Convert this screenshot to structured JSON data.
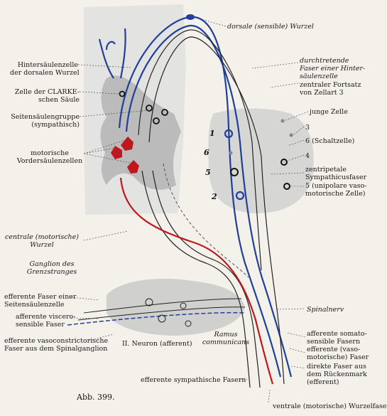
{
  "figure_label": "Abb. 399.",
  "labels": {
    "dorsal_root": "dorsale (sensible) Wurzel",
    "hinter_cell": [
      "Hintersäulenzelle",
      "der dorsalen Wurzel"
    ],
    "clarke_cell": [
      "Zelle der CLARKE-",
      "schen Säule"
    ],
    "lateral_group": [
      "Seitensäulengruppe",
      "(sympathisch)"
    ],
    "motor_cells": [
      "motorische",
      "Vordersäulenzellen"
    ],
    "through_fiber": [
      "durchtretende",
      "Faser einer Hinter-",
      "säulenzelle"
    ],
    "central_process": [
      "zentraler Fortsatz",
      "von Zellart 3"
    ],
    "young_cell": "junge Zelle",
    "n3": "3",
    "n6": "6 (Schaltzelle)",
    "n4": "4",
    "centripetal": [
      "zentripetale",
      "Sympathicusfaser"
    ],
    "n5": [
      "5 (unipolare vaso-",
      "motorische Zelle)"
    ],
    "ventral_root": [
      "centrale (motorische)",
      "Wurzel"
    ],
    "ganglion_trunk": [
      "Ganglion des",
      "Grenzstranges"
    ],
    "efferent_lateral": [
      "efferente Faser einer",
      "Seitensäulenzelle"
    ],
    "afferent_viscero": [
      "afferente viscero-",
      "sensible Faser"
    ],
    "efferent_vasoconstr": [
      "efferente vasoconstrictorische",
      "Faser aus dem Spinalganglion"
    ],
    "neuron2": "II. Neuron (afferent)",
    "ramus": [
      "Ramus",
      "communicans"
    ],
    "spinal_nerve": "Spinalnerv",
    "afferent_soma": [
      "afferente somato-",
      "sensible Fasern"
    ],
    "efferent_vaso": [
      "efferente (vaso-",
      "motorische) Faser"
    ],
    "direct_fiber": [
      "direkte Faser aus",
      "dem Rückenmark",
      "(efferent)"
    ],
    "efferent_symp": "efferente sympathische Fasern",
    "ventral_root_fiber": "ventrale (motorische) Wurzelfaser"
  },
  "ganglion_numbers": [
    "1",
    "6",
    "5",
    "2"
  ],
  "colors": {
    "sensory_blue": "#1f3f9a",
    "motor_red": "#c0161d",
    "fiber_black": "#222222",
    "gray_matter": "#b8b8b8",
    "tissue": "#dcdcda"
  }
}
